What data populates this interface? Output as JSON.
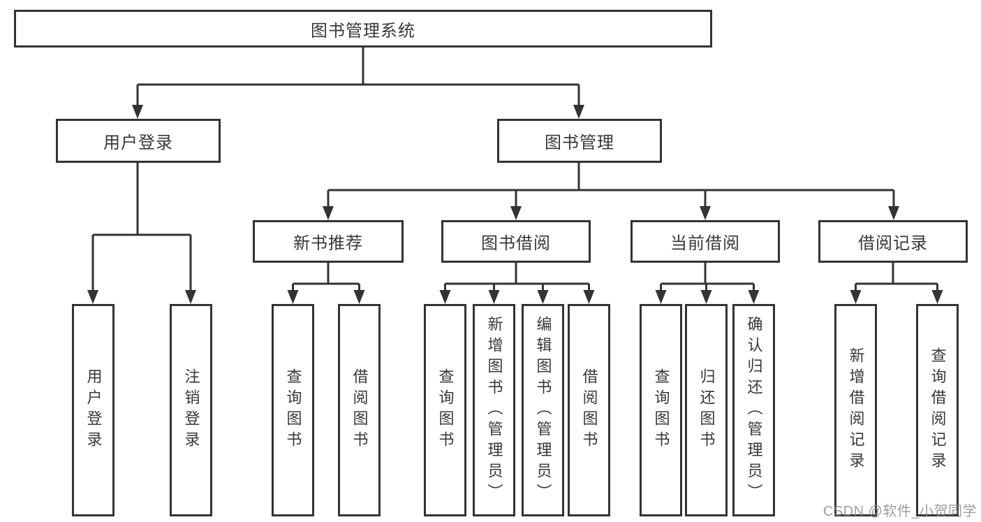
{
  "diagram": {
    "root": {
      "label": "图书管理系统"
    },
    "branches": [
      {
        "label": "用户登录",
        "children": [
          {
            "label": "用户登录"
          },
          {
            "label": "注销登录"
          }
        ]
      },
      {
        "label": "图书管理",
        "groups": [
          {
            "label": "新书推荐",
            "children": [
              {
                "label": "查询图书"
              },
              {
                "label": "借阅图书"
              }
            ]
          },
          {
            "label": "图书借阅",
            "children": [
              {
                "label": "查询图书"
              },
              {
                "label": "新增图书（管理员）"
              },
              {
                "label": "编辑图书（管理员）"
              },
              {
                "label": "借阅图书"
              }
            ]
          },
          {
            "label": "当前借阅",
            "children": [
              {
                "label": "查询图书"
              },
              {
                "label": "归还图书"
              },
              {
                "label": "确认归还（管理员）"
              }
            ]
          },
          {
            "label": "借阅记录",
            "children": [
              {
                "label": "新增借阅记录"
              },
              {
                "label": "查询借阅记录"
              }
            ]
          }
        ]
      }
    ]
  },
  "watermark": {
    "text": "CSDN @软件_小贺同学"
  },
  "colors": {
    "line": "#333333",
    "box_border": "#333333",
    "text": "#383838",
    "watermark": "#8c8c91",
    "background": "#ffffff"
  }
}
